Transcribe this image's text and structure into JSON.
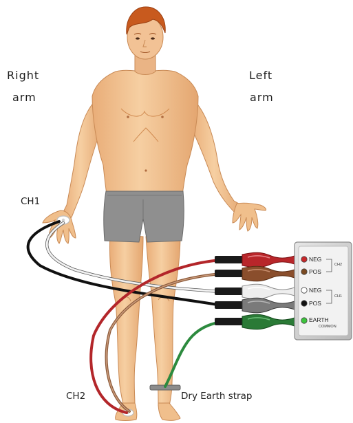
{
  "labels": {
    "right_arm_1": "Right",
    "right_arm_2": "arm",
    "left_arm_1": "Left",
    "left_arm_2": "arm",
    "ch1": "CH1",
    "ch2": "CH2",
    "earth_strap": "Dry Earth strap"
  },
  "connector_box": {
    "rows": [
      {
        "label": "NEG",
        "color": "#c8282a"
      },
      {
        "label": "POS",
        "color": "#7a4a22"
      },
      {
        "label": "NEG",
        "color": "#ffffff"
      },
      {
        "label": "POS",
        "color": "#111111"
      },
      {
        "label": "EARTH",
        "color": "#3cc43c"
      }
    ],
    "group_ch2": "CH2",
    "group_ch1": "CH1",
    "common": "COMMON"
  },
  "colors": {
    "skin": "#f0bf8c",
    "skin_shadow": "#d99c68",
    "hair": "#c85a1e",
    "shorts": "#8f8f8f",
    "box": "#cfcfcf"
  }
}
